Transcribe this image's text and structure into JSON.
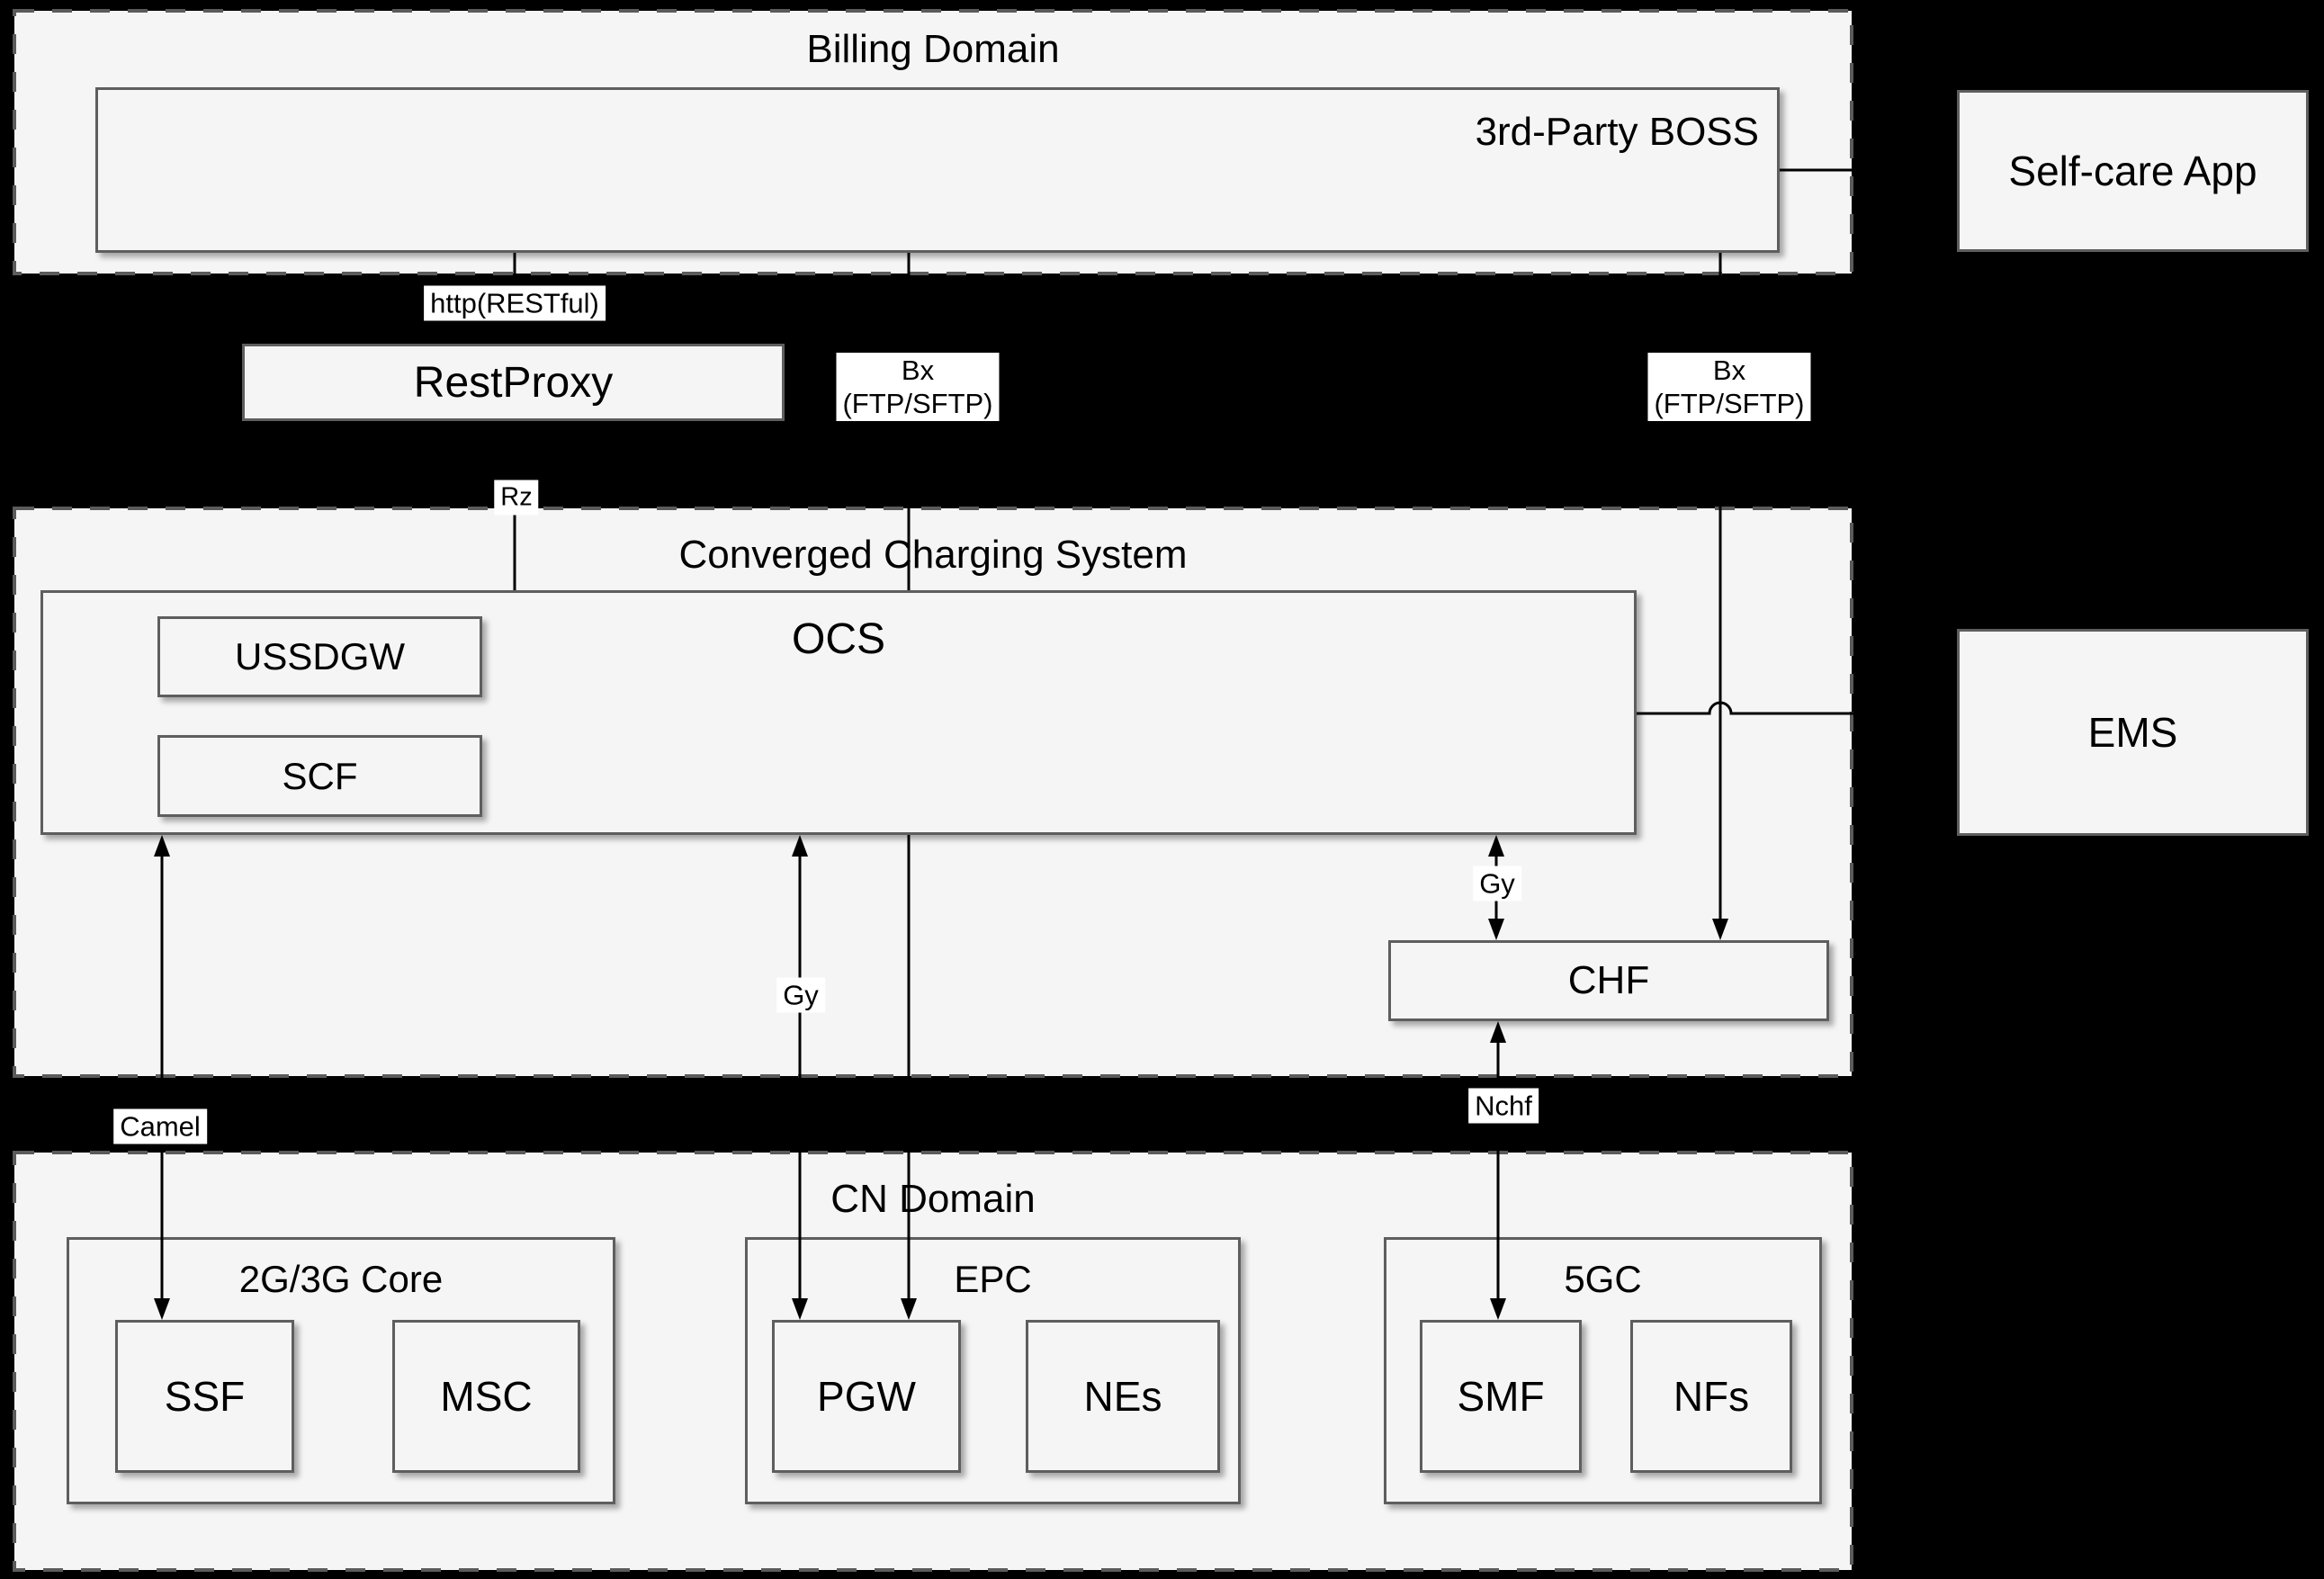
{
  "colors": {
    "background": "#000000",
    "panel_fill": "#f5f5f5",
    "box_border": "#5e5e5e",
    "dashed_border": "#5b5b5b",
    "edge_line": "#000000",
    "label_background": "#ffffff",
    "text": "#000000"
  },
  "domains": {
    "billing": {
      "title": "Billing Domain"
    },
    "ccs": {
      "title": "Converged Charging System"
    },
    "cn": {
      "title": "CN Domain"
    }
  },
  "nodes": {
    "boss": "3rd-Party BOSS",
    "selfcare": "Self-care App",
    "restproxy": "RestProxy",
    "ocs": "OCS",
    "ussdgw": "USSDGW",
    "scf": "SCF",
    "chf": "CHF",
    "ems": "EMS",
    "core2g3g": "2G/3G Core",
    "ssf": "SSF",
    "msc": "MSC",
    "epc": "EPC",
    "pgw": "PGW",
    "nes": "NEs",
    "fivegc": "5GC",
    "smf": "SMF",
    "nfs": "NFs"
  },
  "edge_labels": {
    "http": "http(RESTful)",
    "bx": {
      "line1": "Bx",
      "line2": "(FTP/SFTP)"
    },
    "rz": "Rz",
    "gy_epc": "Gy",
    "gy_chf": "Gy",
    "camel": "Camel",
    "nchf": "Nchf"
  }
}
